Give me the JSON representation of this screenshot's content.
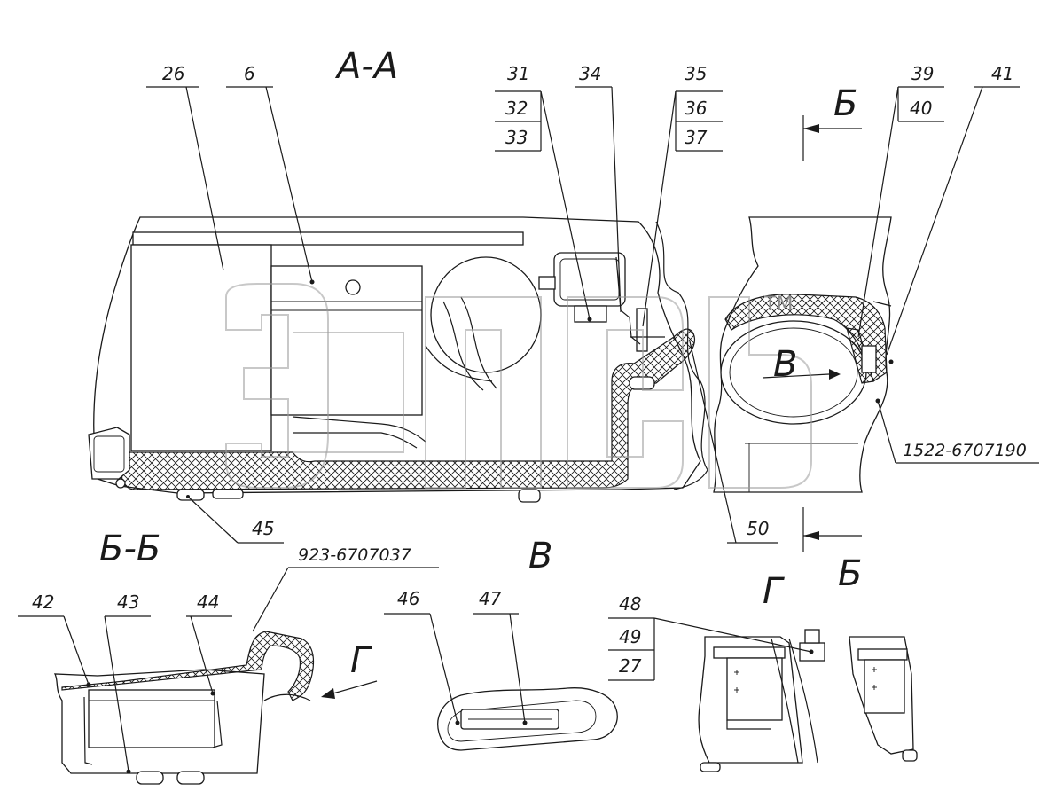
{
  "drawing": {
    "views": {
      "section_aa": "А-А",
      "section_bb": "Б-Б",
      "view_v": "В",
      "view_g": "Г",
      "cut_marker": "Б",
      "arrow_v": "В",
      "arrow_g": "Г"
    },
    "callouts": {
      "c26": "26",
      "c6": "6",
      "c31": "31",
      "c32": "32",
      "c33": "33",
      "c34": "34",
      "c35": "35",
      "c36": "36",
      "c37": "37",
      "c39": "39",
      "c40": "40",
      "c41": "41",
      "c45": "45",
      "c50": "50",
      "c42": "42",
      "c43": "43",
      "c44": "44",
      "c46": "46",
      "c47": "47",
      "c48": "48",
      "c49": "49",
      "c27": "27"
    },
    "part_numbers": {
      "p1522": "1522-6707190",
      "p923": "923-6707037"
    },
    "watermark": {
      "tm": "TM"
    }
  }
}
